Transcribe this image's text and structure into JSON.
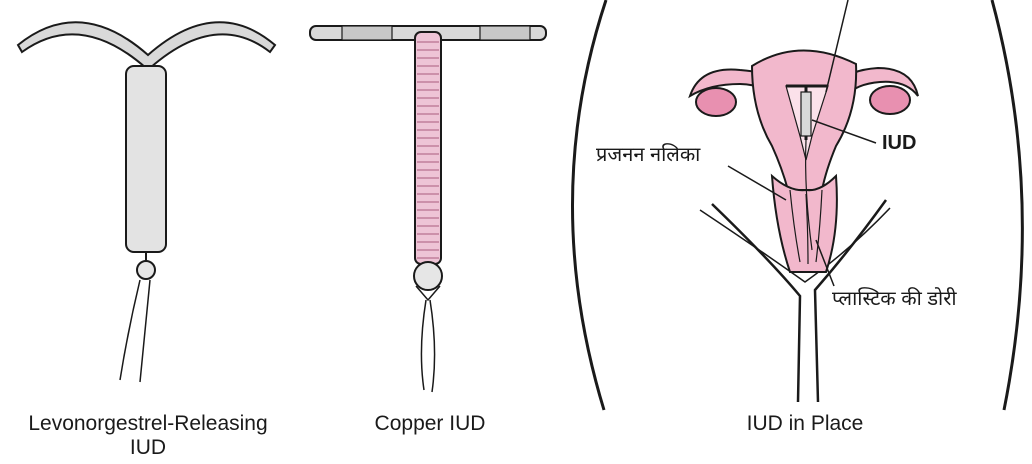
{
  "panels": {
    "levonorgestrel": {
      "caption_line1": "Levonorgestrel-Releasing",
      "caption_line2": "IUD"
    },
    "copper": {
      "caption": "Copper IUD"
    },
    "in_place": {
      "caption": "IUD in Place"
    }
  },
  "labels": {
    "iud": "IUD",
    "vaginal_canal": "प्रजनन नलिका",
    "plastic_string": "प्लास्टिक की डोरी"
  },
  "colors": {
    "outline": "#1a1a1a",
    "device_gray": "#d9d9d9",
    "copper_pink": "#e8a8c0",
    "tissue_pink": "#f2b8cc",
    "ovary_pink": "#e890b0"
  }
}
